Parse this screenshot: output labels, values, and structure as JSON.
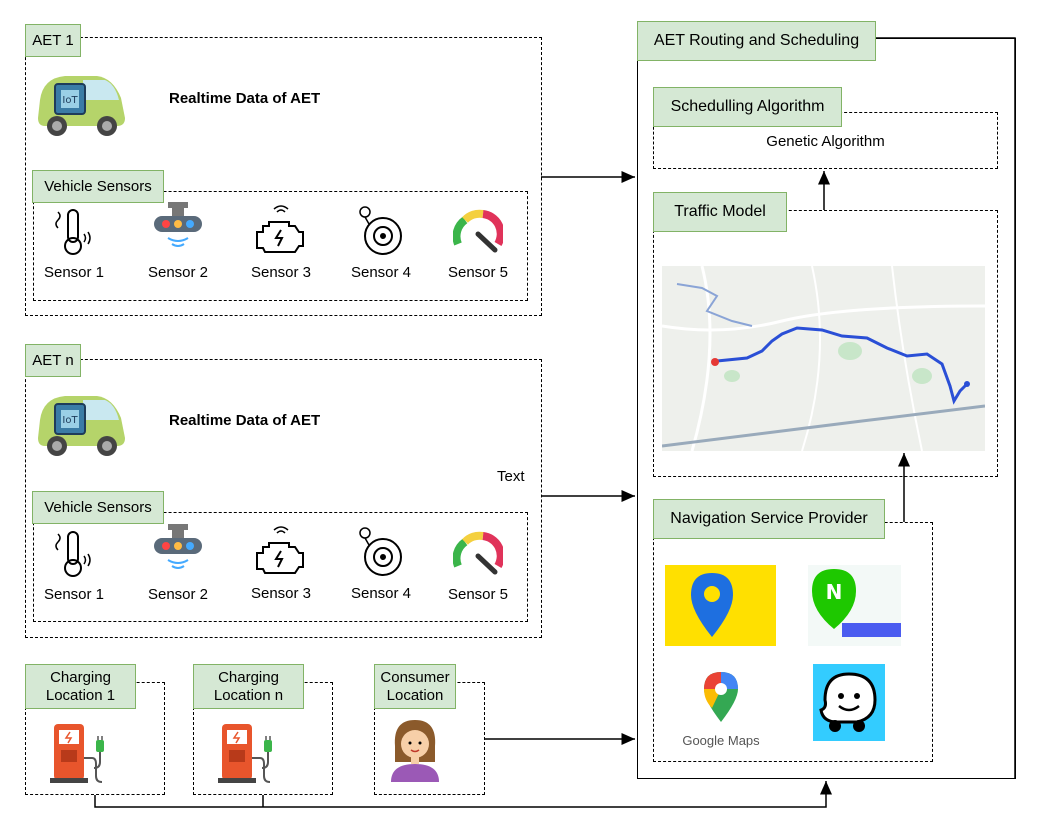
{
  "aet1": {
    "title": "AET 1",
    "realtime_label": "Realtime Data of AET",
    "sensors_title": "Vehicle Sensors",
    "sensors": [
      "Sensor 1",
      "Sensor 2",
      "Sensor 3",
      "Sensor 4",
      "Sensor 5"
    ]
  },
  "aetn": {
    "title": "AET n",
    "realtime_label": "Realtime Data of AET",
    "sensors_title": "Vehicle Sensors",
    "sensors": [
      "Sensor 1",
      "Sensor 2",
      "Sensor 3",
      "Sensor 4",
      "Sensor 5"
    ]
  },
  "text_label": "Text",
  "charging1": {
    "title": "Charging Location 1"
  },
  "chargingn": {
    "title": "Charging Location n"
  },
  "consumer": {
    "title": "Consumer Location"
  },
  "routing": {
    "title": "AET Routing and Scheduling",
    "scheduling_title": "Schedulling Algorithm",
    "scheduling_body": "Genetic Algorithm",
    "traffic_title": "Traffic Model",
    "nav_title": "Navigation Service Provider",
    "google_maps_label": "Google Maps"
  },
  "colors": {
    "tag_fill": "#d5e8d4",
    "tag_border": "#82b366",
    "car_body": "#b5d46a",
    "route": "#2a4fd6",
    "charger": "#e8552c"
  }
}
